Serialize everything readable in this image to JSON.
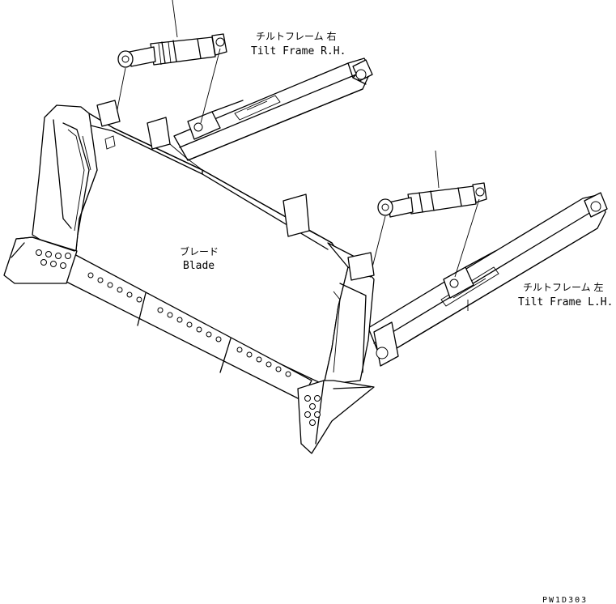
{
  "labels": {
    "tilt_frame_rh_jp": "チルトフレーム 右",
    "tilt_frame_rh_en": "Tilt Frame R.H.",
    "tilt_frame_lh_jp": "チルトフレーム 左",
    "tilt_frame_lh_en": "Tilt Frame L.H.",
    "blade_jp": "ブレード",
    "blade_en": "Blade"
  },
  "drawing_code": "PW1D303"
}
